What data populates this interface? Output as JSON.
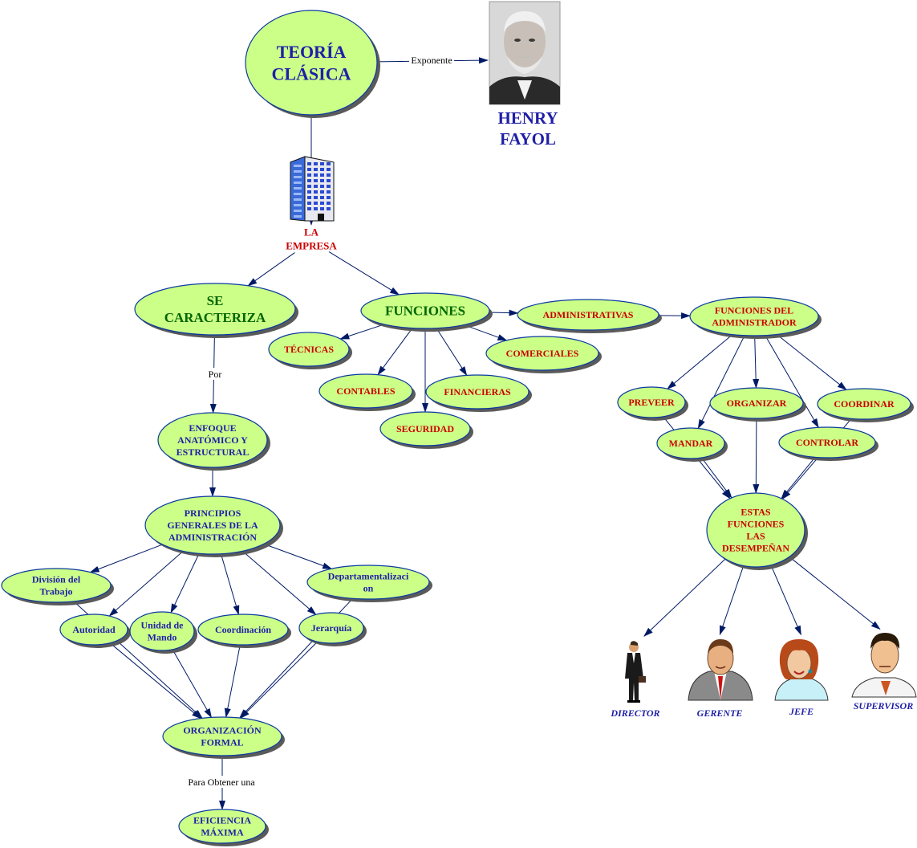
{
  "colors": {
    "node_fill": "#ccff88",
    "node_border": "#0a3aa0",
    "text_blue": "#1f1fa8",
    "text_red": "#cc0000",
    "text_green": "#006600",
    "edge": "#001a66"
  },
  "nodes": {
    "teoria": "TEORÍA\nCLÁSICA",
    "se_caracteriza": "SE\nCARACTERIZA",
    "funciones": "FUNCIONES",
    "administrativas": "ADMINISTRATIVAS",
    "funciones_admin": "FUNCIONES DEL\nADMINISTRADOR",
    "tecnicas": "TÉCNICAS",
    "comerciales": "COMERCIALES",
    "contables": "CONTABLES",
    "financieras": "FINANCIERAS",
    "seguridad": "SEGURIDAD",
    "enfoque": "ENFOQUE\nANATÓMICO Y\nESTRUCTURAL",
    "principios": "PRINCIPIOS\nGENERALES DE LA\nADMINISTRACIÓN",
    "division": "División del\nTrabajo",
    "departamentalizacion": "Departamentalizaci\non",
    "autoridad": "Autoridad",
    "unidad": "Unidad de\nMando",
    "coordinacion": "Coordinación",
    "jerarquia": "Jerarquía",
    "organizacion": "ORGANIZACIÓN\nFORMAL",
    "eficiencia": "EFICIENCIA\nMÁXIMA",
    "preveer": "PREVEER",
    "organizar": "ORGANIZAR",
    "coordinar": "COORDINAR",
    "mandar": "MANDAR",
    "controlar": "CONTROLAR",
    "estas_funciones": "ESTAS\nFUNCIONES\nLAS\nDESEMPEÑAN"
  },
  "labels": {
    "henry_fayol": "HENRY\nFAYOL",
    "la_empresa": "LA\nEMPRESA",
    "director": "DIRECTOR",
    "gerente": "GERENTE",
    "jefe": "JEFE",
    "supervisor": "SUPERVISOR"
  },
  "edge_labels": {
    "exponente": "Exponente",
    "por": "Por",
    "para_obtener": "Para Obtener una"
  },
  "icons": {
    "portrait": "henry-fayol-portrait-icon",
    "building": "building-icon",
    "director": "businessman-figure-icon",
    "gerente": "manager-bust-icon",
    "jefe": "woman-bust-icon",
    "supervisor": "young-man-bust-icon"
  }
}
